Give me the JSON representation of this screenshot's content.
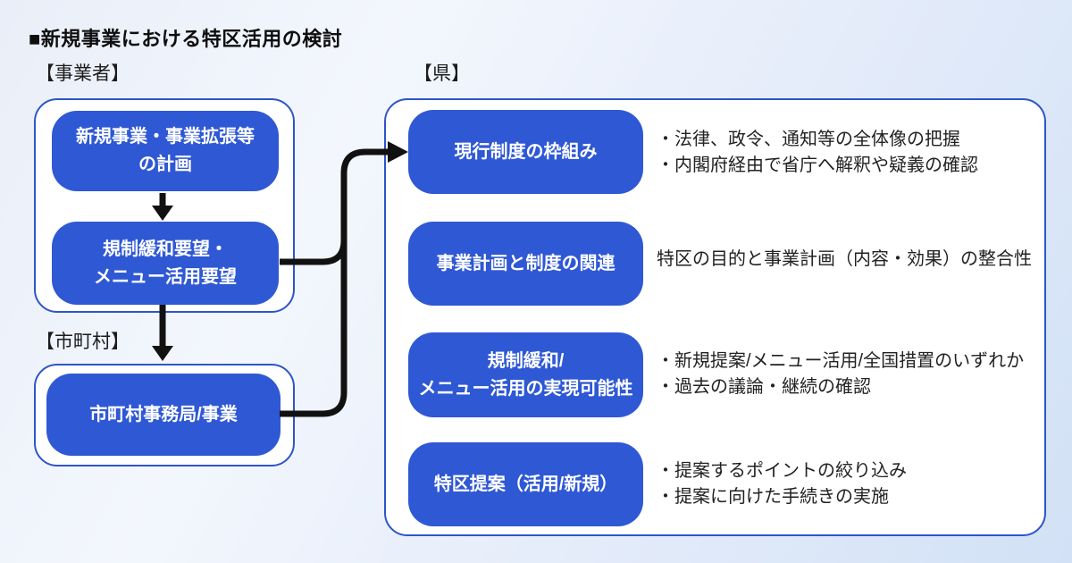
{
  "title": "■新規事業における特区活用の検討",
  "colors": {
    "node_blue": "#2f58d4",
    "container_border_blue": "#2e55c9",
    "arrow_black": "#111111",
    "background_top": "#f3f7fd",
    "background_bottom": "#d2e1f6"
  },
  "sections": {
    "operator": {
      "label": "【事業者】",
      "boxes": [
        "新規事業・事業拡張等\nの計画",
        "規制緩和要望・\nメニュー活用要望"
      ]
    },
    "municipality": {
      "label": "【市町村】",
      "boxes": [
        "市町村事務局/事業"
      ]
    },
    "prefecture": {
      "label": "【県】",
      "rows": [
        {
          "box": "現行制度の枠組み",
          "notes": [
            "・法律、政令、通知等の全体像の把握",
            "・内閣府経由で省庁へ解釈や疑義の確認"
          ]
        },
        {
          "box": "事業計画と制度の関連",
          "notes": [
            "特区の目的と事業計画（内容・効果）の整合性"
          ]
        },
        {
          "box": "規制緩和/\nメニュー活用の実現可能性",
          "notes": [
            "・新規提案/メニュー活用/全国措置のいずれか",
            "・過去の議論・継続の確認"
          ]
        },
        {
          "box": "特区提案（活用/新規）",
          "notes": [
            "・提案するポイントの絞り込み",
            "・提案に向けた手続きの実施"
          ]
        }
      ]
    }
  }
}
